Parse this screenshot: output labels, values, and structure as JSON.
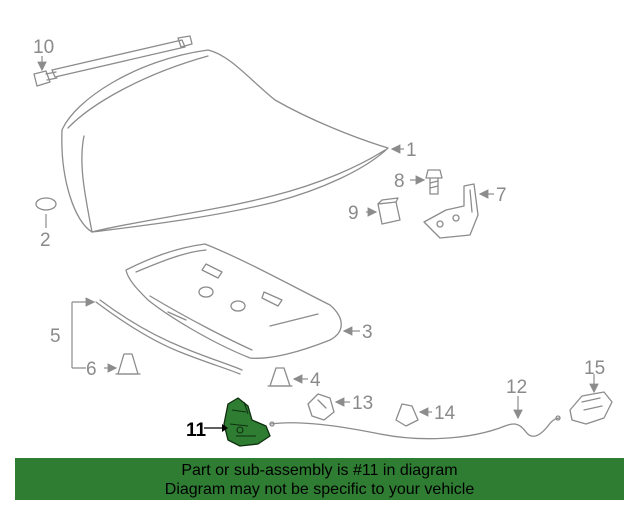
{
  "callouts": {
    "c1": "1",
    "c2": "2",
    "c3": "3",
    "c4": "4",
    "c5": "5",
    "c6": "6",
    "c7": "7",
    "c8": "8",
    "c9": "9",
    "c10": "10",
    "c11": "11",
    "c12": "12",
    "c13": "13",
    "c14": "14",
    "c15": "15"
  },
  "highlighted_part": "11",
  "colors": {
    "highlight": "#2e7d32",
    "banner_background": "#2e7d32",
    "line_art": "#8c8c8c"
  },
  "banner": {
    "line1": "Part or sub-assembly is #11 in diagram",
    "line2": "Diagram may not be specific to your vehicle"
  }
}
